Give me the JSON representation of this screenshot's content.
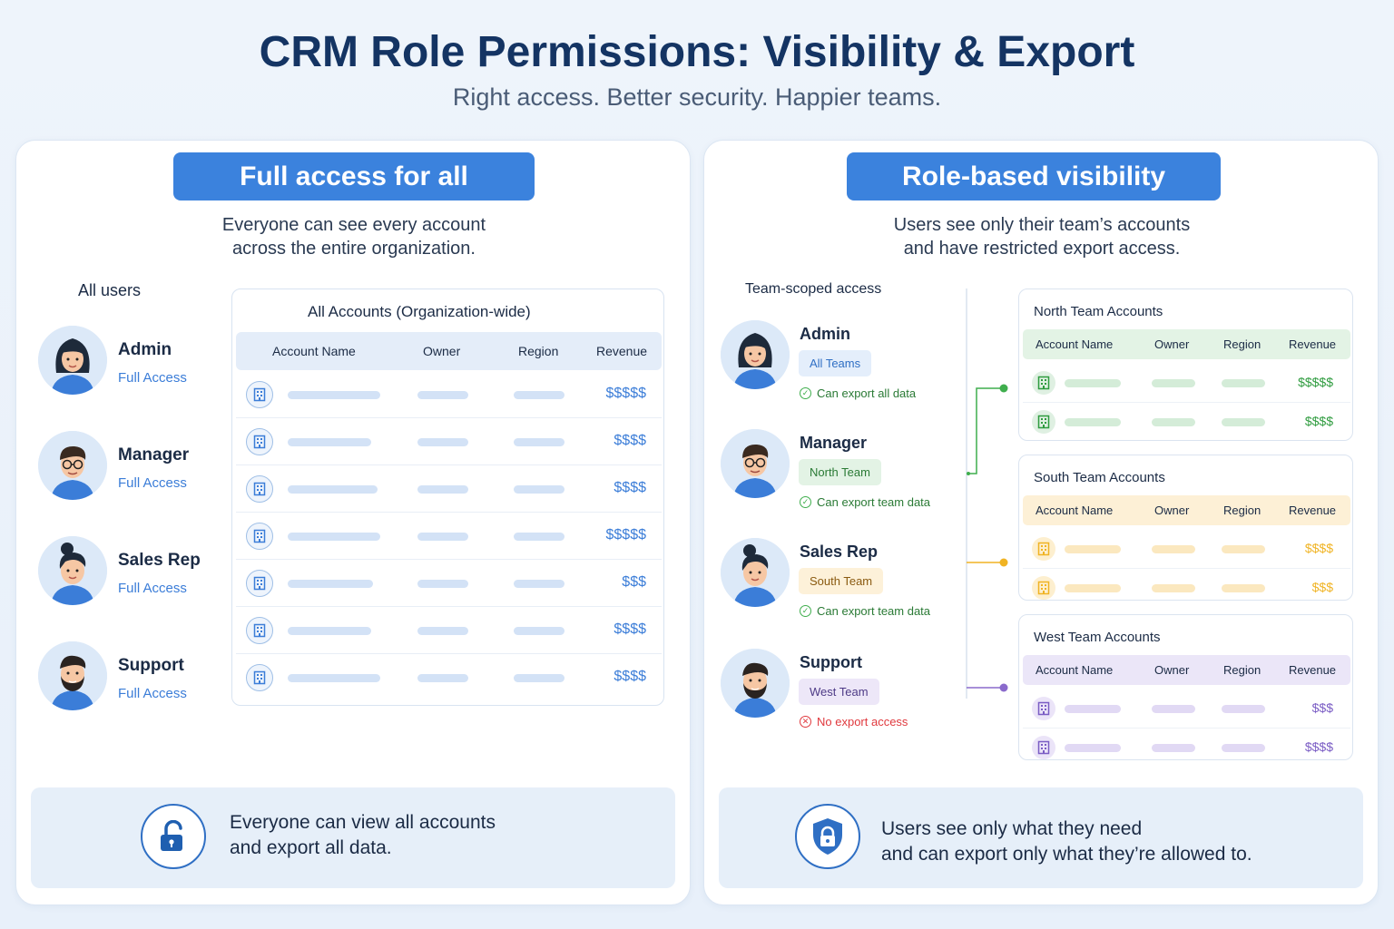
{
  "header": {
    "title": "CRM Role Permissions: Visibility & Export",
    "subtitle": "Right access. Better security. Happier teams."
  },
  "left_panel": {
    "heading": "Full access for all",
    "description_line1": "Everyone can see every account",
    "description_line2": "across the entire organization.",
    "users_label": "All users",
    "roles": [
      {
        "name": "Admin",
        "access": "Full Access"
      },
      {
        "name": "Manager",
        "access": "Full Access"
      },
      {
        "name": "Sales Rep",
        "access": "Full Access"
      },
      {
        "name": "Support",
        "access": "Full Access"
      }
    ],
    "table": {
      "title": "All Accounts (Organization-wide)",
      "columns": [
        "Account Name",
        "Owner",
        "Region",
        "Revenue"
      ],
      "revenues": [
        "$$$$$",
        "$$$$",
        "$$$$",
        "$$$$$",
        "$$$",
        "$$$$",
        "$$$$"
      ]
    },
    "footer_line1": "Everyone can view all accounts",
    "footer_line2": "and export all data."
  },
  "right_panel": {
    "heading": "Role-based visibility",
    "description_line1": "Users see only their team’s accounts",
    "description_line2": "and have restricted export access.",
    "scope_label": "Team-scoped access",
    "roles": [
      {
        "name": "Admin",
        "team": "All Teams",
        "export": "Can export all data"
      },
      {
        "name": "Manager",
        "team": "North Team",
        "export": "Can export team data"
      },
      {
        "name": "Sales Rep",
        "team": "South Team",
        "export": "Can export team data"
      },
      {
        "name": "Support",
        "team": "West Team",
        "export": "No export access"
      }
    ],
    "team_tables": [
      {
        "title": "North Team Accounts",
        "columns": [
          "Account Name",
          "Owner",
          "Region",
          "Revenue"
        ],
        "revenues": [
          "$$$$$",
          "$$$$"
        ],
        "color": "#2e9b3e"
      },
      {
        "title": "South Team Accounts",
        "columns": [
          "Account Name",
          "Owner",
          "Region",
          "Revenue"
        ],
        "revenues": [
          "$$$$",
          "$$$"
        ],
        "color": "#f0b323"
      },
      {
        "title": "West Team Accounts",
        "columns": [
          "Account Name",
          "Owner",
          "Region",
          "Revenue"
        ],
        "revenues": [
          "$$$",
          "$$$$"
        ],
        "color": "#7a5cc4"
      }
    ],
    "footer_line1": "Users see only what they need",
    "footer_line2": "and can export only what they’re allowed to."
  },
  "colors": {
    "accent_blue": "#3b82dd",
    "title_navy": "#143463",
    "north_green": "#2e9b3e",
    "south_yellow": "#f0b323",
    "west_purple": "#7a5cc4",
    "no_export_red": "#e0393e"
  },
  "icons": [
    "building-icon",
    "check-circle-icon",
    "x-circle-icon",
    "unlocked-padlock-icon",
    "shield-lock-icon"
  ]
}
